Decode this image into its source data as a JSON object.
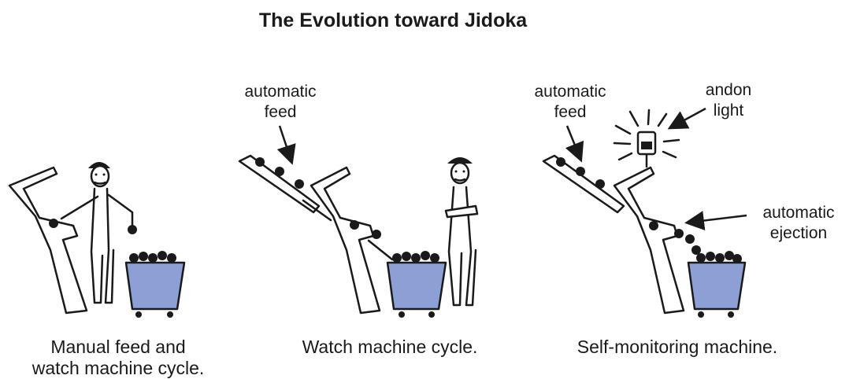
{
  "title": "The Evolution toward Jidoka",
  "panels": [
    {
      "caption_line1": "Manual feed and",
      "caption_line2": "watch machine cycle."
    },
    {
      "caption": "Watch machine cycle.",
      "label_line1": "automatic",
      "label_line2": "feed"
    },
    {
      "caption": "Self-monitoring machine.",
      "feed_line1": "automatic",
      "feed_line2": "feed",
      "andon_line1": "andon",
      "andon_line2": "light",
      "eject_line1": "automatic",
      "eject_line2": "ejection"
    }
  ],
  "colors": {
    "bin": "#8ca0d6",
    "ink": "#1a1a1a",
    "background": "#ffffff"
  }
}
